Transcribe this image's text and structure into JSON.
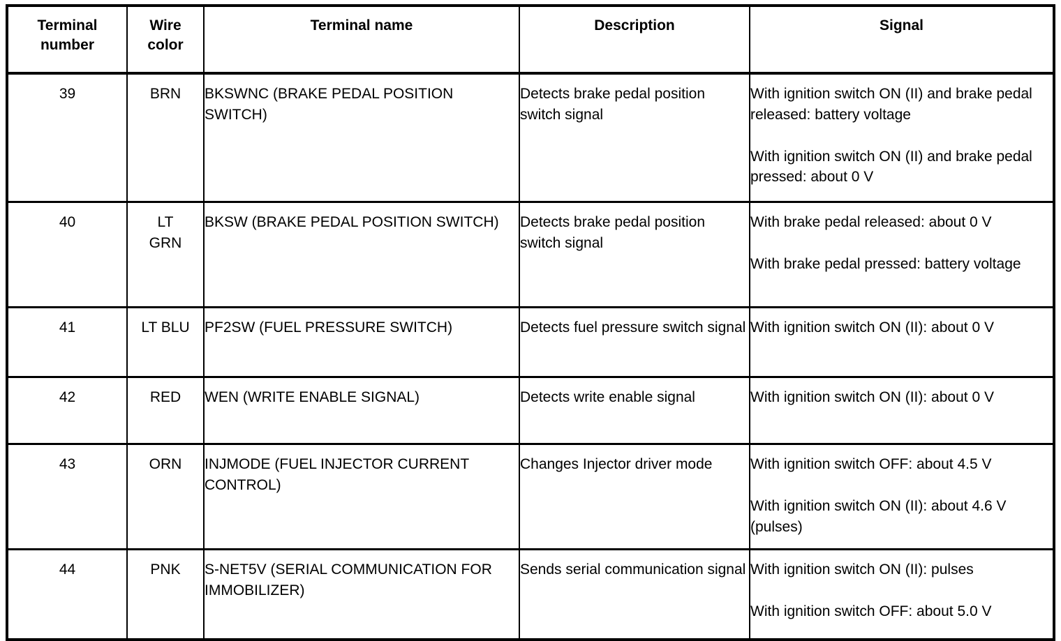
{
  "table": {
    "columns": [
      {
        "key": "terminal_number",
        "label": "Terminal\nnumber",
        "align": "center"
      },
      {
        "key": "wire_color",
        "label": "Wire\ncolor",
        "align": "center"
      },
      {
        "key": "terminal_name",
        "label": "Terminal name",
        "align": "center"
      },
      {
        "key": "description",
        "label": "Description",
        "align": "center"
      },
      {
        "key": "signal",
        "label": "Signal",
        "align": "center"
      }
    ],
    "rows": [
      {
        "terminal_number": "39",
        "wire_color": "BRN",
        "terminal_name": "BKSWNC (BRAKE PEDAL POSITION SWITCH)",
        "description": "Detects brake pedal position switch signal",
        "signal_blocks": [
          "With ignition switch ON (II) and brake pedal released: battery voltage",
          "With ignition switch ON (II) and brake pedal pressed: about 0 V"
        ]
      },
      {
        "terminal_number": "40",
        "wire_color": "LT\nGRN",
        "terminal_name": "BKSW (BRAKE PEDAL POSITION SWITCH)",
        "description": "Detects brake pedal position switch signal",
        "signal_blocks": [
          "With brake pedal released: about 0 V",
          "With brake pedal pressed: battery voltage"
        ]
      },
      {
        "terminal_number": "41",
        "wire_color": "LT BLU",
        "terminal_name": "PF2SW (FUEL PRESSURE SWITCH)",
        "description": "Detects fuel pressure switch signal",
        "signal_blocks": [
          "With ignition switch ON (II): about 0 V"
        ]
      },
      {
        "terminal_number": "42",
        "wire_color": "RED",
        "terminal_name": "WEN (WRITE ENABLE SIGNAL)",
        "description": "Detects write enable signal",
        "signal_blocks": [
          "With ignition switch ON (II): about 0 V"
        ]
      },
      {
        "terminal_number": "43",
        "wire_color": "ORN",
        "terminal_name": "INJMODE (FUEL INJECTOR CURRENT CONTROL)",
        "description": "Changes Injector driver mode",
        "signal_blocks": [
          "With ignition switch OFF: about 4.5 V",
          "With ignition switch ON (II): about 4.6 V (pulses)"
        ]
      },
      {
        "terminal_number": "44",
        "wire_color": "PNK",
        "terminal_name": "S-NET5V (SERIAL COMMUNICATION FOR IMMOBILIZER)",
        "description": "Sends serial communication signal",
        "signal_blocks": [
          "With ignition switch ON (II): pulses",
          "With ignition switch OFF: about 5.0 V"
        ]
      }
    ]
  },
  "style": {
    "text_color": "#000000",
    "background_color": "#ffffff",
    "border_color": "#000000"
  }
}
